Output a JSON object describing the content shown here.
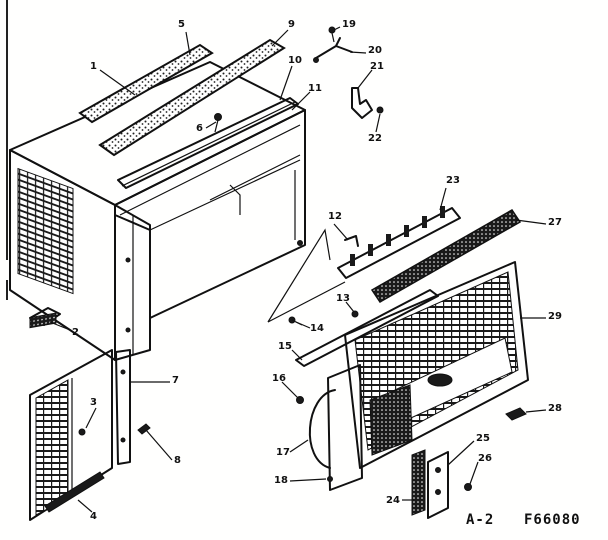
{
  "diagram": {
    "callouts": [
      {
        "id": "c1",
        "label": "1"
      },
      {
        "id": "c2",
        "label": "2"
      },
      {
        "id": "c3",
        "label": "3"
      },
      {
        "id": "c4",
        "label": "4"
      },
      {
        "id": "c5",
        "label": "5"
      },
      {
        "id": "c6",
        "label": "6"
      },
      {
        "id": "c7",
        "label": "7"
      },
      {
        "id": "c8",
        "label": "8"
      },
      {
        "id": "c9",
        "label": "9"
      },
      {
        "id": "c10",
        "label": "10"
      },
      {
        "id": "c11",
        "label": "11"
      },
      {
        "id": "c12",
        "label": "12"
      },
      {
        "id": "c13",
        "label": "13"
      },
      {
        "id": "c14",
        "label": "14"
      },
      {
        "id": "c15",
        "label": "15"
      },
      {
        "id": "c16",
        "label": "16"
      },
      {
        "id": "c17",
        "label": "17"
      },
      {
        "id": "c18",
        "label": "18"
      },
      {
        "id": "c19",
        "label": "19"
      },
      {
        "id": "c20",
        "label": "20"
      },
      {
        "id": "c21",
        "label": "21"
      },
      {
        "id": "c22",
        "label": "22"
      },
      {
        "id": "c23",
        "label": "23"
      },
      {
        "id": "c24",
        "label": "24"
      },
      {
        "id": "c25",
        "label": "25"
      },
      {
        "id": "c26",
        "label": "26"
      },
      {
        "id": "c27",
        "label": "27"
      },
      {
        "id": "c28",
        "label": "28"
      },
      {
        "id": "c29",
        "label": "29"
      }
    ],
    "page_code": "A-2",
    "figure_code": "F66080"
  }
}
